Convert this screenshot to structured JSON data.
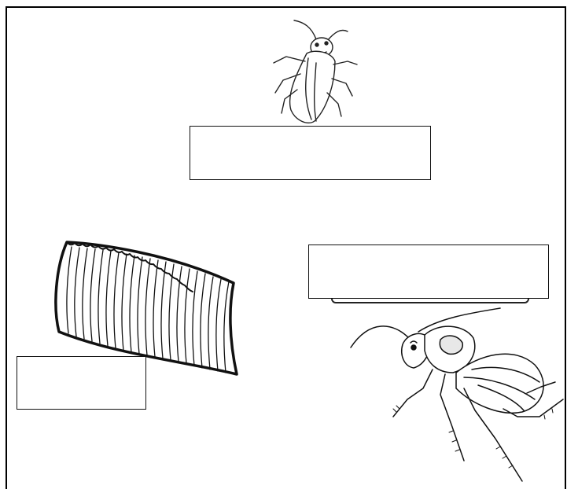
{
  "diagram": {
    "label_boxes": [
      {
        "id": "nymph",
        "text": ""
      },
      {
        "id": "adult",
        "text": ""
      },
      {
        "id": "egg-case",
        "text": ""
      }
    ],
    "stage_icons": [
      "nymph-cockroach-icon",
      "ootheca-egg-case-icon",
      "adult-cockroach-icon"
    ]
  }
}
